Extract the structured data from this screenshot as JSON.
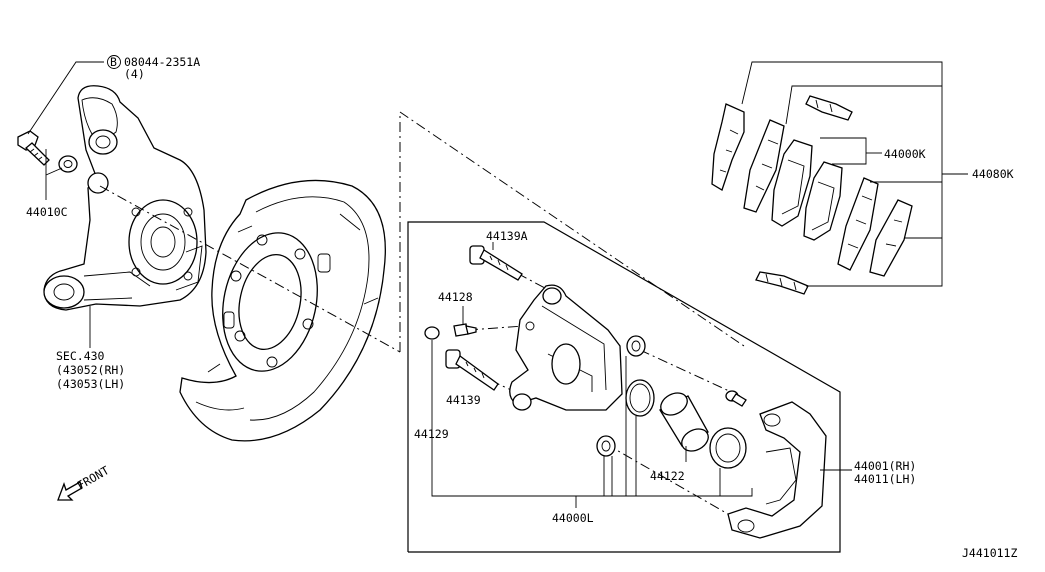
{
  "diagram_code": "J441011Z",
  "direction_label": "FRONT",
  "callouts": {
    "bolt_marker": "B",
    "bolt_part": "08044-2351A",
    "bolt_qty": "(4)",
    "washer": "44010C",
    "knuckle_sec": "SEC.430",
    "knuckle_rh": "(43052(RH)",
    "knuckle_lh": "(43053(LH)",
    "pin_boot_a": "44139A",
    "bleeder": "44128",
    "pin_boot": "44139",
    "bleeder_cap": "44129",
    "piston": "44122",
    "caliper_assy": "44000L",
    "pad_set": "44000K",
    "pad_kit": "44080K",
    "bracket_rh": "44001(RH)",
    "bracket_lh": "44011(LH)"
  }
}
